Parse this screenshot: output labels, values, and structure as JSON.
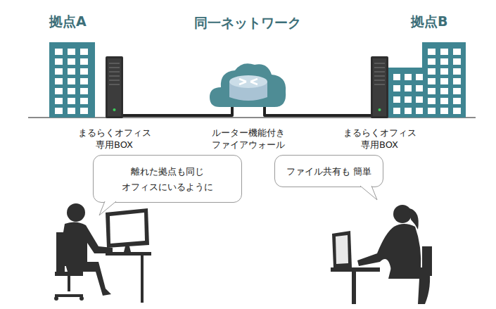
{
  "diagram": {
    "nodes": [
      {
        "text": [
          "拠点A"
        ]
      },
      {
        "text": [
          "まるらくオフィス 専用BOX"
        ]
      },
      {
        "text": [
          "ルーター機能付き ファイアウォール"
        ]
      },
      {
        "text": [
          "まるらくオフィス 専用BOX"
        ]
      },
      {
        "text": [
          "拠点B"
        ]
      },
      {
        "text": [
          "離れた拠点も同じ オフィスにいるように"
        ]
      },
      {
        "text": [
          "ファイル共有も 簡単"
        ]
      }
    ],
    "edges": [
      {
        "from": 1,
        "to": 2,
        "arrow": "none"
      },
      {
        "from": 2,
        "to": 3,
        "arrow": "none"
      }
    ],
    "labels": [
      "同一ネットワーク"
    ]
  }
}
